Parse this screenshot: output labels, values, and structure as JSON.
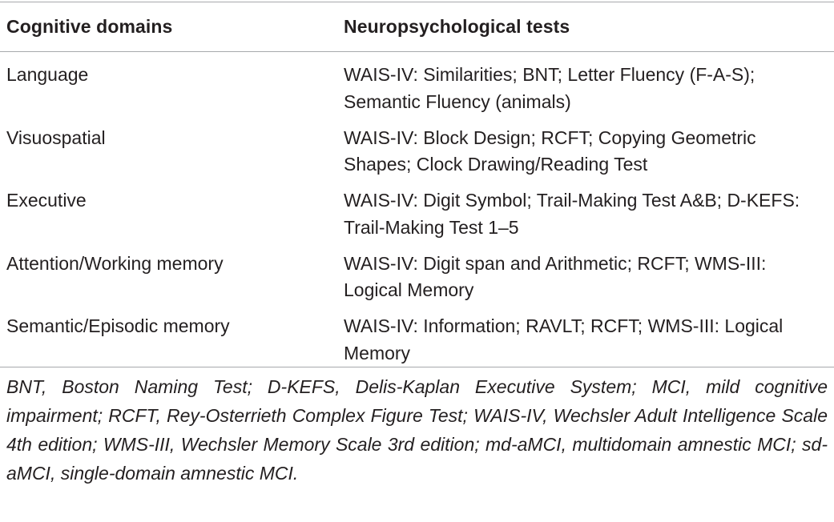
{
  "table": {
    "headers": {
      "domain": "Cognitive domains",
      "tests": "Neuropsychological tests"
    },
    "rows": [
      {
        "domain": "Language",
        "tests": "WAIS-IV: Similarities; BNT; Letter Fluency (F-A-S); Semantic Fluency (animals)"
      },
      {
        "domain": "Visuospatial",
        "tests": "WAIS-IV: Block Design; RCFT; Copying Geometric Shapes; Clock Drawing/Reading Test"
      },
      {
        "domain": "Executive",
        "tests": "WAIS-IV: Digit Symbol; Trail-Making Test A&B; D-KEFS: Trail-Making Test 1–5"
      },
      {
        "domain": "Attention/Working memory",
        "tests": "WAIS-IV: Digit span and Arithmetic; RCFT; WMS-III: Logical Memory"
      },
      {
        "domain": "Semantic/Episodic memory",
        "tests": "WAIS-IV: Information; RAVLT; RCFT; WMS-III: Logical Memory"
      }
    ],
    "footnote": "BNT, Boston Naming Test; D-KEFS, Delis-Kaplan Executive System; MCI, mild cognitive impairment; RCFT, Rey-Osterrieth Complex Figure Test; WAIS-IV, Wechsler Adult Intelligence Scale 4th edition; WMS-III, Wechsler Memory Scale 3rd edition; md-aMCI, multidomain amnestic MCI; sd-aMCI, single-domain amnestic MCI."
  },
  "colors": {
    "text": "#231f20",
    "rule": "#a7a9ac",
    "background": "#ffffff"
  }
}
